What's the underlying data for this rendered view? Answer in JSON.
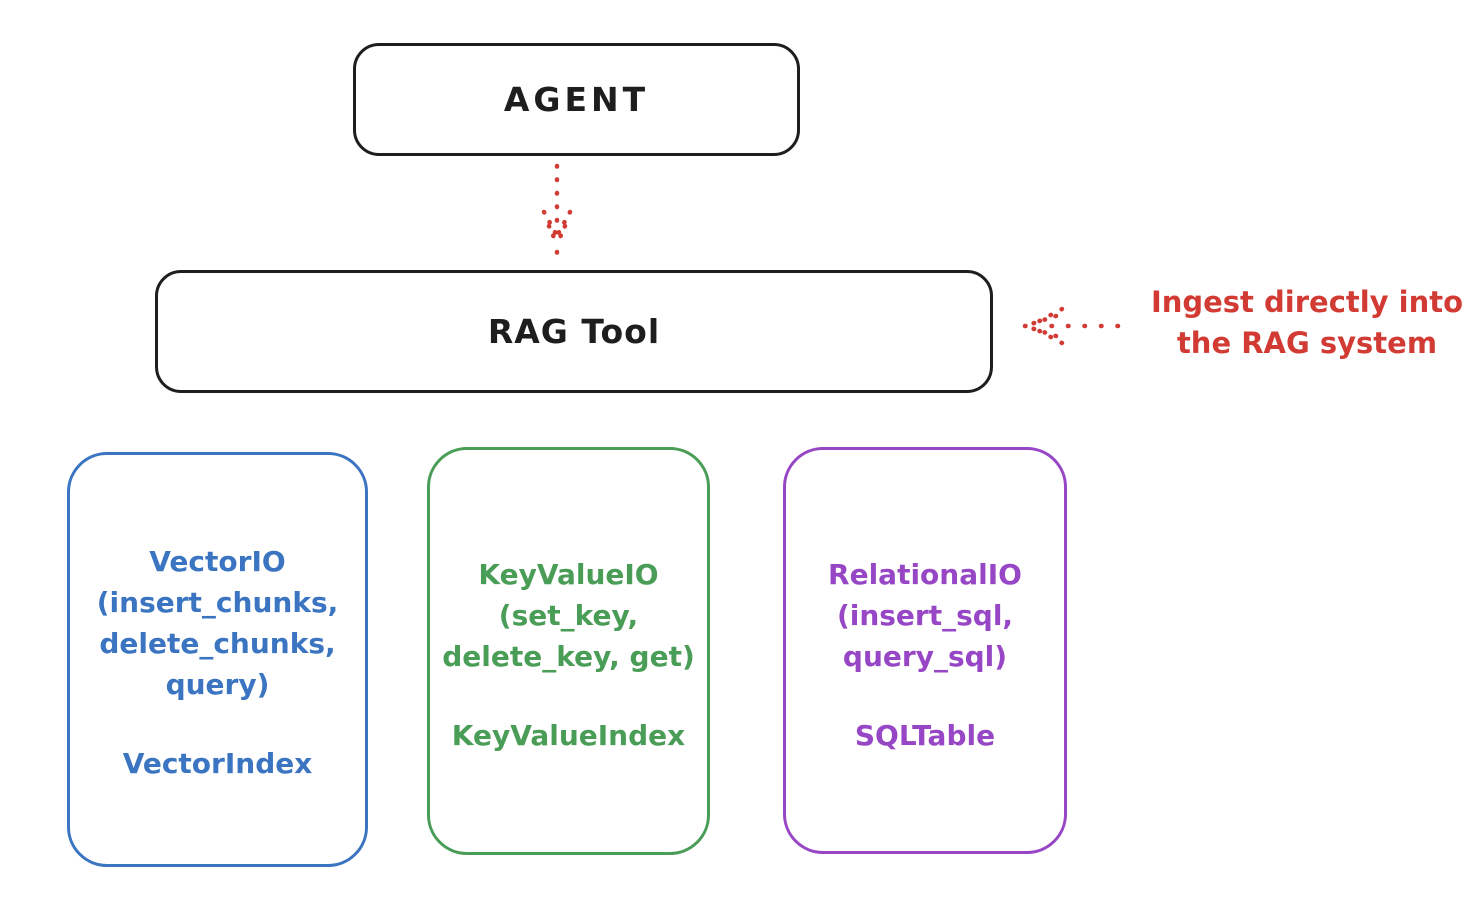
{
  "nodes": {
    "agent": {
      "label": "AGENT"
    },
    "rag_tool": {
      "label": "RAG Tool"
    }
  },
  "annotation": {
    "line1": "Ingest directly into",
    "line2": "the RAG system",
    "color": "#d23b33"
  },
  "connectors": [
    {
      "name": "agent-to-rag-tool",
      "style": "dotted",
      "direction": "down",
      "color": "#d23b33"
    },
    {
      "name": "annotation-to-rag-tool",
      "style": "dotted",
      "direction": "left",
      "color": "#d23b33"
    }
  ],
  "backends": [
    {
      "name": "vector-io",
      "color": "#3b75c2",
      "lines": [
        "VectorIO",
        "(insert_chunks,",
        "delete_chunks,",
        "query)"
      ],
      "index_label": "VectorIndex"
    },
    {
      "name": "key-value-io",
      "color": "#4a9d57",
      "lines": [
        "KeyValueIO",
        "(set_key,",
        "delete_key, get)"
      ],
      "index_label": "KeyValueIndex"
    },
    {
      "name": "relational-io",
      "color": "#9747c6",
      "lines": [
        "RelationalIO",
        "(insert_sql,",
        "query_sql)"
      ],
      "index_label": "SQLTable"
    }
  ],
  "colors": {
    "stroke": "#1e1e1e",
    "accent_red": "#d23b33",
    "background": "#ffffff"
  }
}
